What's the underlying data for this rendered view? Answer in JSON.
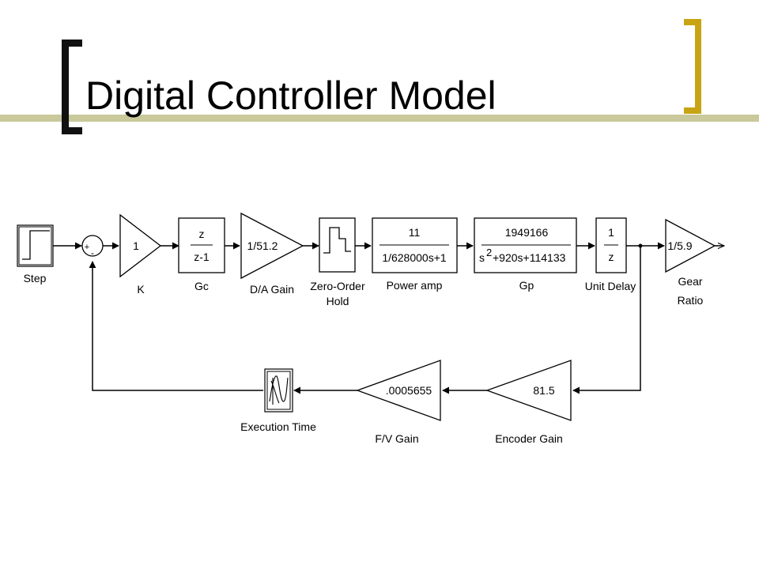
{
  "title": "Digital Controller Model",
  "colors": {
    "accent": "#C8A415",
    "rule": "#C9C99B",
    "bracket": "#111111",
    "line": "#000000"
  },
  "blocks": {
    "step": {
      "label": "Step"
    },
    "sum": {
      "plus": "+",
      "minus": "-"
    },
    "k": {
      "value": "1",
      "label": "K"
    },
    "gc": {
      "num": "z",
      "den": "z-1",
      "label": "Gc"
    },
    "da": {
      "value": "1/51.2",
      "label": "D/A Gain"
    },
    "zoh": {
      "label1": "Zero-Order",
      "label2": "Hold"
    },
    "power": {
      "num": "11",
      "den": "1/628000s+1",
      "label": "Power amp"
    },
    "gp": {
      "num": "1949166",
      "den_s": "s",
      "den_exp": "2",
      "den_rest": "+920s+114133",
      "label": "Gp"
    },
    "delay": {
      "num": "1",
      "den": "z",
      "label": "Unit Delay"
    },
    "gear": {
      "value": "1/5.9",
      "label1": "Gear",
      "label2": "Ratio"
    },
    "encoder": {
      "value": "81.5",
      "label": "Encoder Gain"
    },
    "fv": {
      "value": ".0005655",
      "label": "F/V Gain"
    },
    "exec": {
      "label": "Execution Time"
    }
  }
}
